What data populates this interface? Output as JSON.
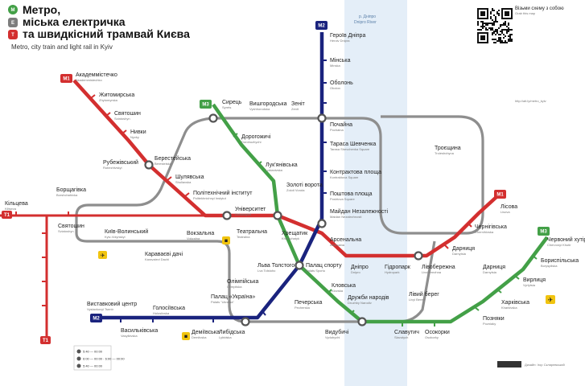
{
  "header": {
    "title_lines": [
      "Метро,",
      "міська електричка",
      "та швидкісний трамвай Києва"
    ],
    "subtitle": "Metro, city train and light rail in Kyiv",
    "legend_badges": [
      {
        "letter": "М",
        "color": "#43a047"
      },
      {
        "letter": "Е",
        "color": "#7d7d7d"
      },
      {
        "letter": "Т",
        "color": "#d32f2f"
      }
    ]
  },
  "qr": {
    "scan_text": "Візьми схему з собою",
    "scan_text_en": "Grab this map",
    "link_text": "http://ait.ly/metro_kyiv"
  },
  "river": {
    "label": "р. Дніпро",
    "label_en": "Dnipro River"
  },
  "lines": {
    "m1": {
      "badge": "М1",
      "color": "#d32f2f"
    },
    "m2": {
      "badge": "М2",
      "color": "#1a237e"
    },
    "m3": {
      "badge": "М3",
      "color": "#43a047"
    },
    "light_rail": {
      "badge": "Т1",
      "color": "#d32f2f"
    },
    "city_train": {
      "color": "#8e8e8e"
    }
  },
  "stations": {
    "akademmistechko": {
      "uk": "Академмістечко",
      "en": "Akademmistechko"
    },
    "zhytomyrska": {
      "uk": "Житомирська",
      "en": "Zhytomyrska"
    },
    "sviatoshyn": {
      "uk": "Святошин",
      "en": "Sviatoshyn"
    },
    "nyvky": {
      "uk": "Нивки",
      "en": "Nyvky"
    },
    "beresteiska": {
      "uk": "Берестейська",
      "en": "Beresteiska"
    },
    "shuliavska": {
      "uk": "Шулявська",
      "en": "Shuliavska"
    },
    "polytechnic": {
      "uk": "Політехнічний інститут",
      "en": "Politekhnichnyi Instytut"
    },
    "vokzalna": {
      "uk": "Вокзальна",
      "en": "Vokzalna"
    },
    "universytet": {
      "uk": "Університет",
      "en": "Universytet"
    },
    "teatralna": {
      "uk": "Театральна",
      "en": "Teatralna"
    },
    "khreshchatyk": {
      "uk": "Хрещатик",
      "en": "Khreschatyk"
    },
    "arsenalna": {
      "uk": "Арсенальна",
      "en": "Arsenalna"
    },
    "dnipro": {
      "uk": "Дніпро",
      "en": "Dnipro"
    },
    "hidropark": {
      "uk": "Гідропарк",
      "en": "Hydropark"
    },
    "livoberezhna": {
      "uk": "Лівобережна",
      "en": "Livoberezhna"
    },
    "darnytsia": {
      "uk": "Дарниця",
      "en": "Darnytsia"
    },
    "chernihivska": {
      "uk": "Чернігівська",
      "en": "Chernihivska"
    },
    "lisova": {
      "uk": "Лісова",
      "en": "Lisova"
    },
    "heroiv_dnipra": {
      "uk": "Героїв Дніпра",
      "en": "Heroiv Dnipra"
    },
    "minska": {
      "uk": "Мінська",
      "en": "Minska"
    },
    "obolon": {
      "uk": "Оболонь",
      "en": "Obolon"
    },
    "pochaina": {
      "uk": "Почайна",
      "en": "Pochaina"
    },
    "taras_shevchenka": {
      "uk": "Тараса Шевченка",
      "en": "Tarasa Shevchenka Square"
    },
    "kontraktova": {
      "uk": "Контрактова площа",
      "en": "Kontraktova Square"
    },
    "poshtova": {
      "uk": "Поштова площа",
      "en": "Poshtova Square"
    },
    "maidan": {
      "uk": "Майдан Незалежності",
      "en": "Maidan Nezalezhnosti"
    },
    "ploshcha_lva_tolstoho": {
      "uk": "Льва Толстого",
      "en": "Lva Tolstoho"
    },
    "olimpiiska": {
      "uk": "Олімпійська",
      "en": "Olimpiiska"
    },
    "palats_ukraina": {
      "uk": "Палац «Україна»",
      "en": "Palats \"Ukraina\""
    },
    "lybidska": {
      "uk": "Либідська",
      "en": "Lybidska"
    },
    "demiivska": {
      "uk": "Деміївська",
      "en": "Demiivska"
    },
    "holosiivska": {
      "uk": "Голосіївська",
      "en": "Holosiivska"
    },
    "vasylkivska": {
      "uk": "Васильківська",
      "en": "Vasylkivska"
    },
    "vystavkovyi": {
      "uk": "Виставковий центр",
      "en": "Vystavkovyi Tsentr"
    },
    "syrets": {
      "uk": "Сирець",
      "en": "Syrets"
    },
    "dorohozhychi": {
      "uk": "Дорогожичі",
      "en": "Dorohozhychi"
    },
    "lukianivska": {
      "uk": "Лук'янівська",
      "en": "Lukianivska"
    },
    "zoloti_vorota": {
      "uk": "Золоті ворота",
      "en": "Zoloti Vorota"
    },
    "palats_sportu": {
      "uk": "Палац спорту",
      "en": "Palats Sportu"
    },
    "klovska": {
      "uk": "Кловська",
      "en": "Klovska"
    },
    "pecherska": {
      "uk": "Печерська",
      "en": "Pecherska"
    },
    "druzhby_narodiv": {
      "uk": "Дружби народів",
      "en": "Druzhby Narodiv"
    },
    "vydubychi": {
      "uk": "Видубичі",
      "en": "Vydubychi"
    },
    "slavutych": {
      "uk": "Славутич",
      "en": "Slavutych"
    },
    "osokorky": {
      "uk": "Осокорки",
      "en": "Osokorky"
    },
    "pozniaky": {
      "uk": "Позняки",
      "en": "Pozniaky"
    },
    "kharkivska": {
      "uk": "Харківська",
      "en": "Kharkivska"
    },
    "vyrlytsia": {
      "uk": "Вирлиця",
      "en": "Vyrlytsia"
    },
    "boryspilska": {
      "uk": "Бориспільська",
      "en": "Boryspilska"
    },
    "chervonyi_khutir": {
      "uk": "Червоний хутір",
      "en": "Chervonyi Khutir"
    },
    "kyiv_volynskyi": {
      "uk": "Київ-Волинський",
      "en": "Kyiv-Volynskyi"
    },
    "karavaievi_dachi": {
      "uk": "Караваєві дачі",
      "en": "Karavaievi Dachi"
    },
    "livyi_bereh": {
      "uk": "Лівий берег",
      "en": "Livyi Bereh"
    },
    "darnytsia_train": {
      "uk": "Дарниця",
      "en": "Darnytsia"
    },
    "vyshhorodska": {
      "uk": "Вишгородська",
      "en": "Vyshhorodska"
    },
    "zenit": {
      "uk": "Зеніт",
      "en": "Zenit"
    },
    "troieshchyna": {
      "uk": "Троєщина",
      "en": "Troieshchyna"
    },
    "rubizhivskyi": {
      "uk": "Рубежівський",
      "en": "Rubezhivskyi"
    },
    "borshchahivka": {
      "uk": "Борщагівка",
      "en": "Borshchahivka"
    },
    "kiltseva": {
      "uk": "Кільцева",
      "en": "Kiltseva"
    },
    "sviatoshyn_train": {
      "uk": "Святошин",
      "en": "Sviatoshyn"
    }
  },
  "legend": {
    "rows": [
      {
        "text": "5:40 — 00:00"
      },
      {
        "text": "6:00 — 00:00 · 6:00 — 00:00"
      },
      {
        "text": "5:40 — 00:00"
      }
    ]
  },
  "credits": {
    "text": "Дизайн: Ігор Скляревський"
  }
}
